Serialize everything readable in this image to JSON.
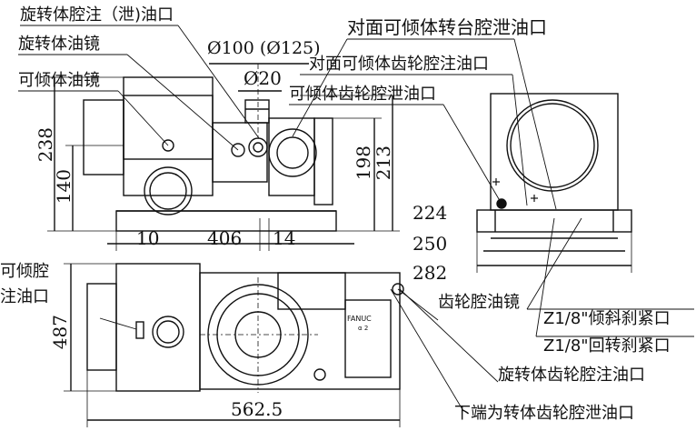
{
  "callouts": {
    "rotary_body_fill": "旋转体腔注（泄)油口",
    "rotary_body_gauge": "旋转体油镜",
    "tilting_body_gauge": "可倾体油镜",
    "opposite_turntable_drain": "对面可倾体转台腔泄油口",
    "opposite_gear_fill": "对面可倾体齿轮腔注油口",
    "tilting_gear_drain": "可倾体齿轮腔泄油口",
    "tilting_cavity_fill_line1": "可倾腔",
    "tilting_cavity_fill_line2": "注油口",
    "gear_cavity_gauge": "齿轮腔油镜",
    "tilt_clamp_port": "Z1/8\"倾斜刹紧口",
    "rotary_clamp_port": "Z1/8\"回转刹紧口",
    "rotary_gear_fill": "旋转体齿轮腔注油口",
    "lower_rotary_gear_drain": "下端为转体齿轮腔泄油口"
  },
  "dimensions": {
    "dia_100_125": "Ø100 (Ø125)",
    "dia_20": "Ø20",
    "h_238": "238",
    "h_140": "140",
    "h_198": "198",
    "h_213": "213",
    "w_10": "10",
    "w_406": "406",
    "w_14": "14",
    "w_224": "224",
    "w_250": "250",
    "w_282": "282",
    "h_487": "487",
    "w_562_5": "562.5"
  },
  "motor_nameplate": {
    "brand": "FANUC",
    "model": "α 2"
  }
}
